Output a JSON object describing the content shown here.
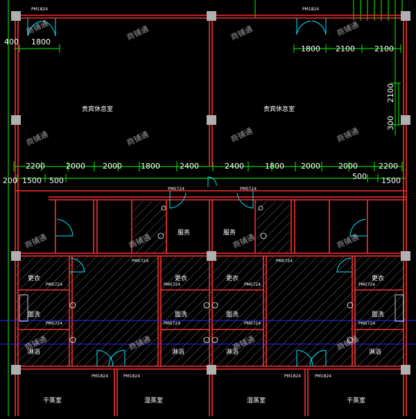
{
  "drawing": {
    "colors": {
      "background": "#000000",
      "dimension_green": "#00ff00",
      "wall_red": "#ff3030",
      "column_gray": "#b0b0b0",
      "blue_line": "#2a2aff",
      "hatch": "#9a9a9a",
      "text": "#ffffff",
      "door_cyan": "#00e5ff"
    },
    "rooms": {
      "vip_lounge_left": "贵宾休息室",
      "vip_lounge_right": "贵宾休息室",
      "service_left": "服务",
      "service_right": "服务",
      "changing_1": "更衣",
      "changing_2": "更衣",
      "changing_3": "更衣",
      "changing_4": "更衣",
      "washroom_1": "盥洗",
      "washroom_2": "盥洗",
      "washroom_3": "盥洗",
      "washroom_4": "盥洗",
      "shower_1": "淋浴",
      "shower_2": "淋浴",
      "shower_3": "淋浴",
      "shower_4": "淋浴",
      "dry_sauna_left": "干蒸室",
      "wet_sauna_left": "湿蒸室",
      "wet_sauna_right": "湿蒸室",
      "dry_sauna_right": "干蒸室"
    },
    "dimensions_top_left": [
      "400",
      "1800"
    ],
    "dimensions_top_right": [
      "1800",
      "2100",
      "2100"
    ],
    "dimensions_right_vertical": [
      "2100",
      "300"
    ],
    "dimensions_mid_row": [
      "2200",
      "2000",
      "2000",
      "1800",
      "2400",
      "2400",
      "1800",
      "2000",
      "2000",
      "2200"
    ],
    "dimensions_corridor_left": [
      "200",
      "1500",
      "500"
    ],
    "dimensions_corridor_right": [
      "500",
      "1500"
    ],
    "door_tags": {
      "pm1824": "PM1824",
      "pm0724": "PM0724"
    },
    "watermark": "商铺通"
  }
}
